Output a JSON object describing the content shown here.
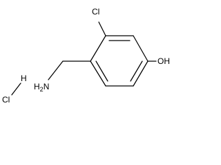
{
  "molecule": {
    "atoms": {
      "chlorine_ring": "Cl",
      "hydroxyl": "OH",
      "amine": "H2N",
      "salt_hydrogen": "H",
      "salt_chlorine": "Cl"
    },
    "amine_parts": {
      "symbol": "H",
      "subscript": "2",
      "element": "N"
    }
  }
}
